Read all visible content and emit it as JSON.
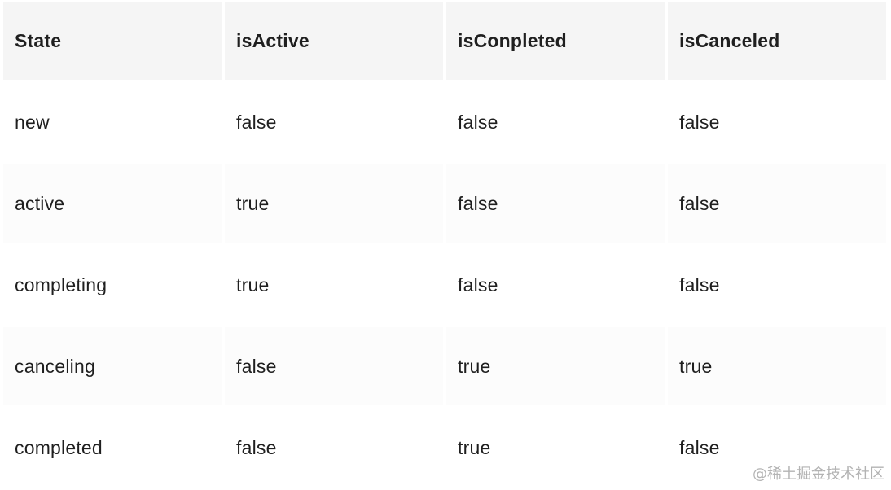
{
  "table": {
    "headers": [
      "State",
      "isActive",
      "isConpleted",
      "isCanceled"
    ],
    "rows": [
      [
        "new",
        "false",
        "false",
        "false"
      ],
      [
        "active",
        "true",
        "false",
        "false"
      ],
      [
        "completing",
        "true",
        "false",
        "false"
      ],
      [
        "canceling",
        "false",
        "true",
        "true"
      ],
      [
        "completed",
        "false",
        "true",
        "false"
      ]
    ]
  },
  "watermark": "@稀土掘金技术社区"
}
